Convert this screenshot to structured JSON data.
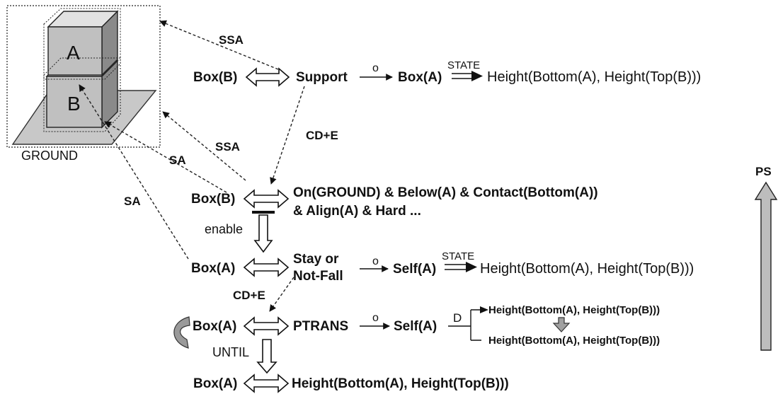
{
  "labels": {
    "ssa_top": "SSA",
    "ssa_mid": "SSA",
    "sa_mid": "SA",
    "sa_left": "SA",
    "ground": "GROUND",
    "block_a": "A",
    "block_b": "B",
    "ps": "PS",
    "cde_top": "CD+E",
    "cde_bottom": "CD+E",
    "enable": "enable",
    "until": "UNTIL"
  },
  "row1": {
    "left": "Box(B)",
    "center": "Support",
    "o": "o",
    "target": "Box(A)",
    "state": "STATE",
    "result": "Height(Bottom(A), Height(Top(B)))"
  },
  "row2": {
    "left": "Box(B)",
    "line1": "On(GROUND) & Below(A) & Contact(Bottom(A))",
    "line2": "& Align(A) & Hard ..."
  },
  "row3": {
    "left": "Box(A)",
    "center_line1": "Stay or",
    "center_line2": "Not-Fall",
    "o": "o",
    "target": "Self(A)",
    "state": "STATE",
    "result": "Height(Bottom(A), Height(Top(B)))"
  },
  "row4": {
    "left": "Box(A)",
    "center": "PTRANS",
    "o": "o",
    "target": "Self(A)",
    "d": "D",
    "branch_top": "Height(Bottom(A), Height(Top(B)))",
    "branch_bottom": "Height(Bottom(A), Height(Top(B)))"
  },
  "row5": {
    "left": "Box(A)",
    "result": "Height(Bottom(A), Height(Top(B)))"
  }
}
